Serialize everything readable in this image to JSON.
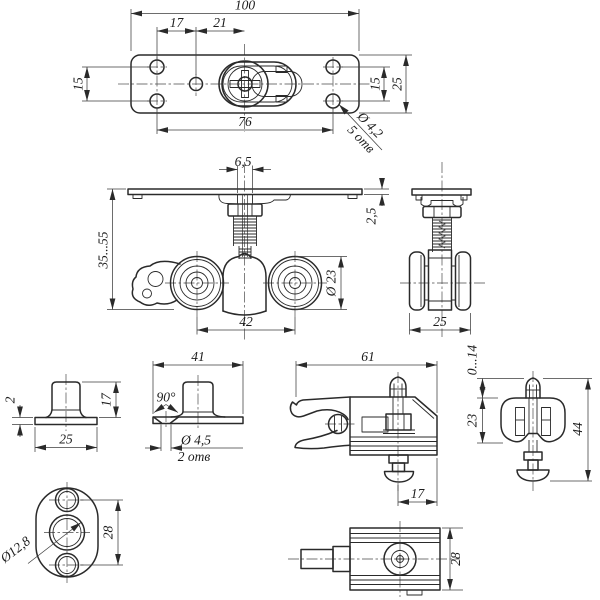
{
  "drawing": {
    "background": "#ffffff",
    "line_color": "#2a2a2a",
    "views": {
      "plate_top": {
        "overall_width": "100",
        "hole_offset": "17",
        "hole_to_center": "21",
        "hole_pitch_left": "15",
        "hole_span": "76",
        "hole_pitch_right": "15",
        "plate_width": "25",
        "hole_diameter": "Ø 4,2",
        "hole_count": "5 отв"
      },
      "roller_front": {
        "slot_width": "6,5",
        "plate_thickness": "2,5",
        "height_range": "35...55",
        "roller_diameter": "Ø 23",
        "roller_spacing": "42"
      },
      "roller_side": {
        "width": "25"
      },
      "stopper_front": {
        "base_thickness": "2",
        "height": "17",
        "base_width": "25"
      },
      "stopper_side": {
        "length": "41",
        "countersink_angle": "90°",
        "hole_diameter": "Ø 4,5",
        "hole_count": "2 отв"
      },
      "bracket_front": {
        "length": "61",
        "pin_offset": "17"
      },
      "bracket_side": {
        "pin_travel": "0...14",
        "body_height": "23",
        "total_height": "44"
      },
      "bracket_bottom": {
        "width": "28"
      },
      "oval_plate": {
        "hole_diameter": "Ø12,8",
        "hole_spacing": "28"
      }
    }
  }
}
